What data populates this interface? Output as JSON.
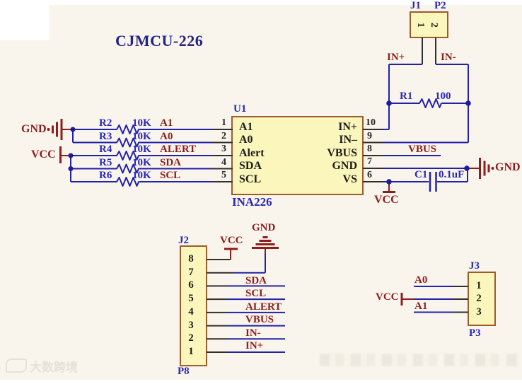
{
  "title": "CJMCU-226",
  "colors": {
    "background": "#faf5ec",
    "wire_blue": "#2121aa",
    "label_blue": "#2827b8",
    "net_maroon": "#8e1d1d",
    "component_fill": "#fbf6bb",
    "component_border": "#9e5b2c",
    "pin_stub_black": "#2f2f2f"
  },
  "chip": {
    "ref": "U1",
    "part": "INA226",
    "left_pins": [
      {
        "num": "1",
        "name": "A1"
      },
      {
        "num": "2",
        "name": "A0"
      },
      {
        "num": "3",
        "name": "Alert"
      },
      {
        "num": "4",
        "name": "SDA"
      },
      {
        "num": "5",
        "name": "SCL"
      }
    ],
    "right_pins": [
      {
        "num": "10",
        "name": "IN+"
      },
      {
        "num": "9",
        "name": "IN–"
      },
      {
        "num": "8",
        "name": "VBUS"
      },
      {
        "num": "7",
        "name": "GND"
      },
      {
        "num": "6",
        "name": "VS"
      }
    ]
  },
  "pull_network": {
    "gnd_label": "GND",
    "vcc_label": "VCC",
    "rows": [
      {
        "ref": "R2",
        "value": "10K",
        "net": "A1"
      },
      {
        "ref": "R3",
        "value": "10K",
        "net": "A0"
      },
      {
        "ref": "R4",
        "value": "10K",
        "net": "ALERT"
      },
      {
        "ref": "R5",
        "value": "10K",
        "net": "SDA"
      },
      {
        "ref": "R6",
        "value": "10K",
        "net": "SCL"
      }
    ]
  },
  "shunt": {
    "ref": "R1",
    "value": "100"
  },
  "j1": {
    "ref": "J1",
    "alt": "P2",
    "pins": [
      "1",
      "2"
    ],
    "nets": [
      "IN+",
      "IN-"
    ]
  },
  "right_side": {
    "vbus_net": "VBUS",
    "cap_ref": "C1",
    "cap_value": "0.1uF",
    "gnd_label": "GND",
    "vcc_label": "VCC"
  },
  "j2": {
    "ref": "J2",
    "alt": "P8",
    "pins": [
      "8",
      "7",
      "6",
      "5",
      "4",
      "3",
      "2",
      "1"
    ],
    "vcc_label": "VCC",
    "gnd_label": "GND",
    "nets": [
      "SDA",
      "SCL",
      "ALERT",
      "VBUS",
      "IN-",
      "IN+"
    ]
  },
  "j3": {
    "ref": "J3",
    "alt": "P3",
    "pins": [
      "1",
      "2",
      "3"
    ],
    "net_a0": "A0",
    "net_a1": "A1",
    "vcc_label": "VCC"
  },
  "watermark_left": "大数跨境"
}
